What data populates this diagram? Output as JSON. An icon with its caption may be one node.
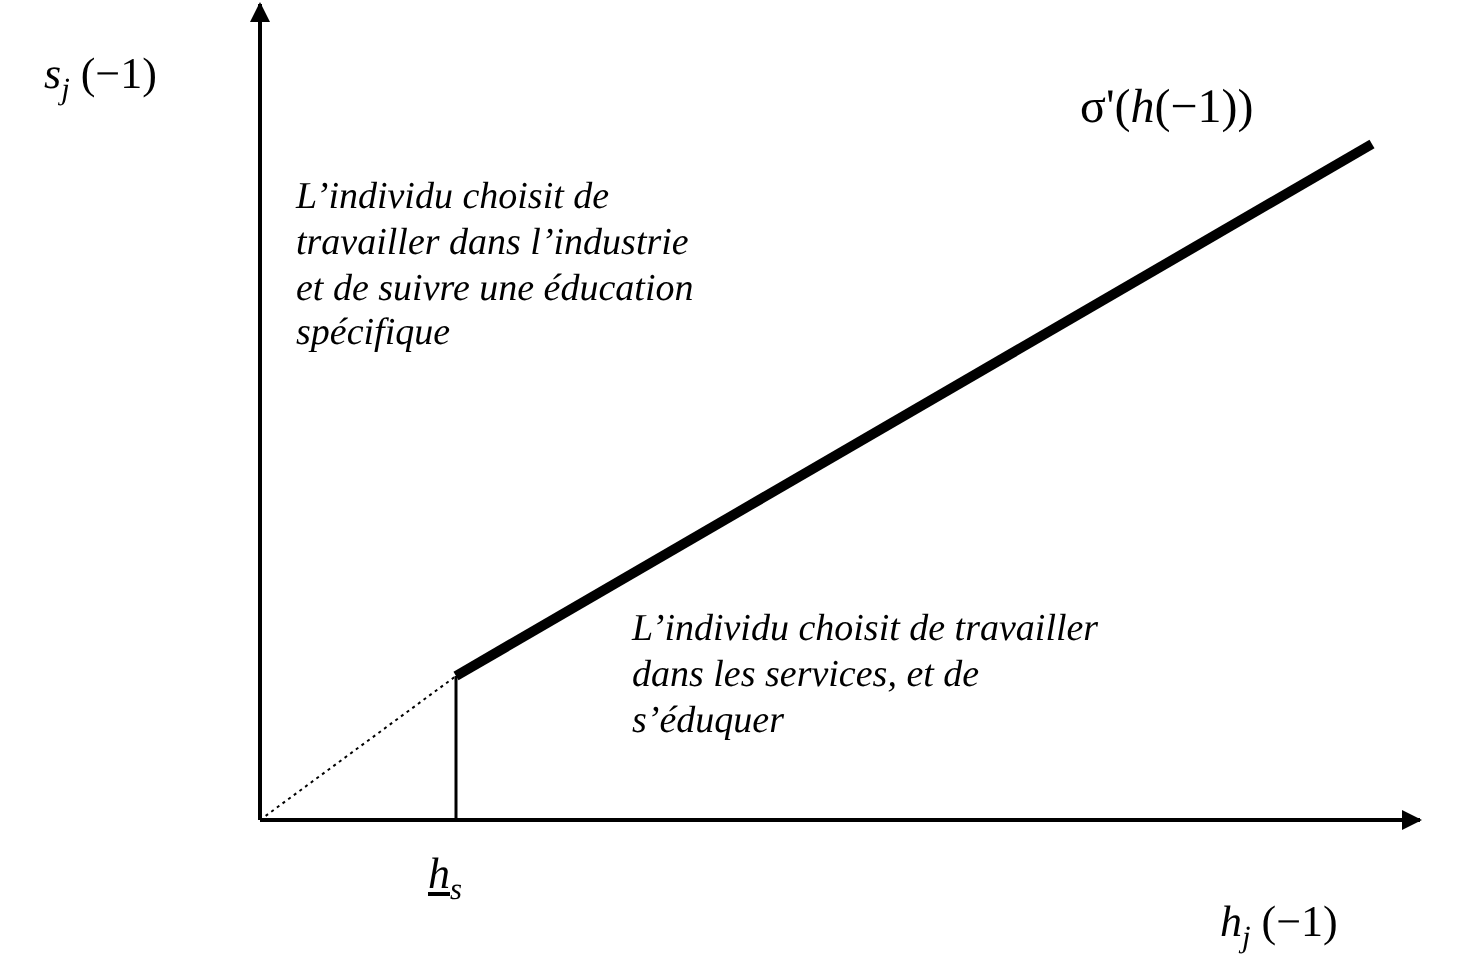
{
  "diagram": {
    "labels": [
      "*s*$_{j}$ (−1)",
      "σ'(*h*(−1))",
      "L’individu choisit de travailler dans l’industrie et de suivre une éducation spécifique",
      "L’individu choisit de travailler dans les services, et de s’éduquer",
      "*h*$_{s}$",
      "*h*$_{j}$ (−1)"
    ]
  }
}
